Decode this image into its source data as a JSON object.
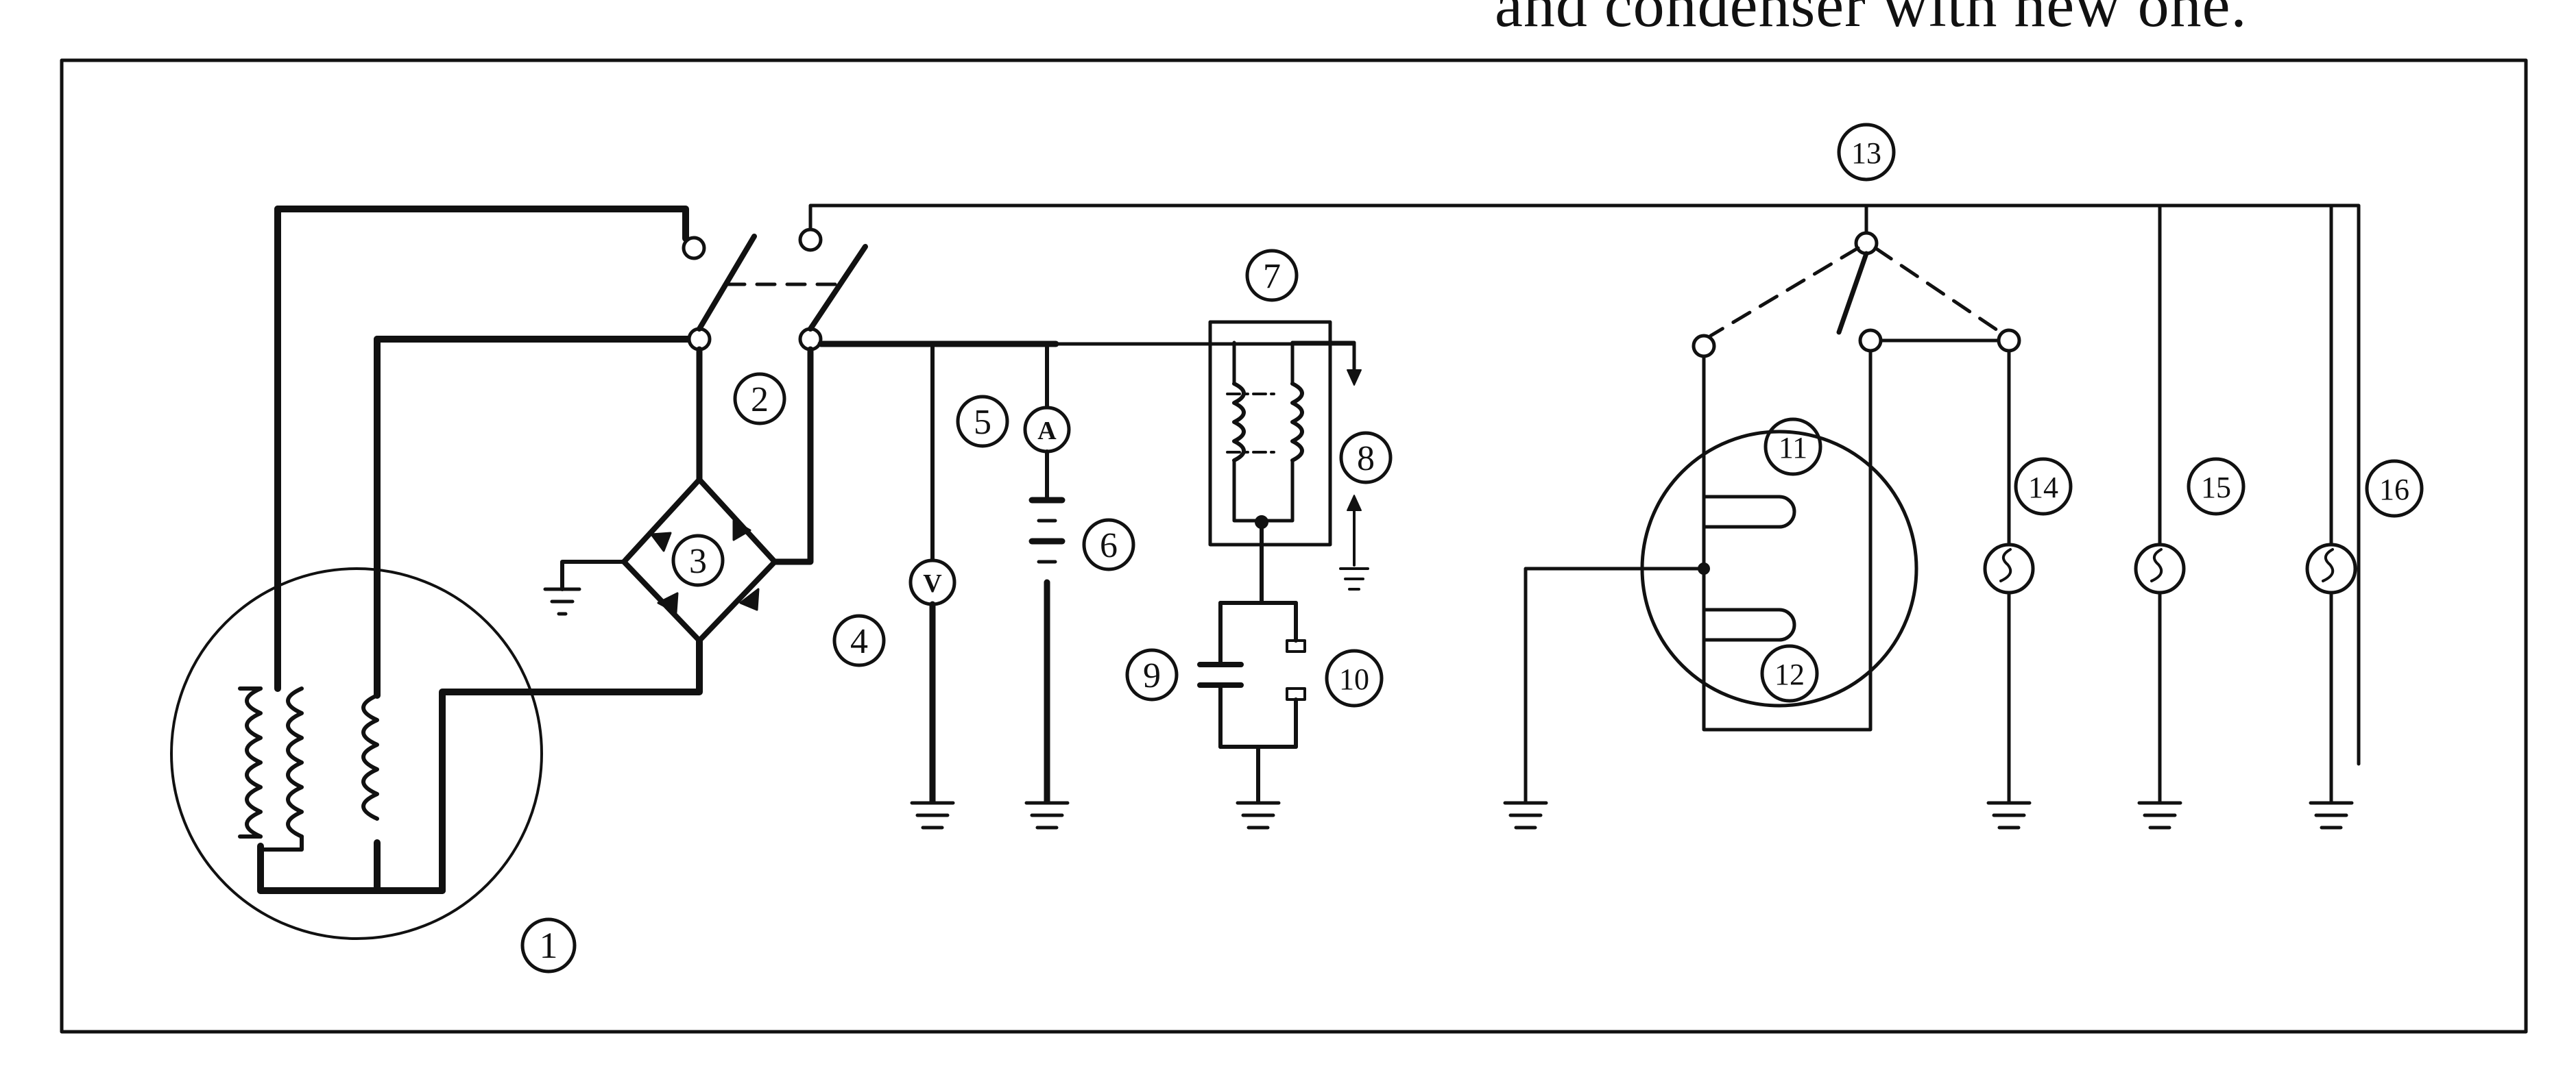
{
  "header": {
    "text": "and condenser with new one."
  },
  "colors": {
    "ink": "#111111",
    "paper": "#ffffff"
  },
  "labels": {
    "l1": "1",
    "l2": "2",
    "l3": "3",
    "l4": "4",
    "l5": "5",
    "l6": "6",
    "l7": "7",
    "l8": "8",
    "l9": "9",
    "l10": "10",
    "l11": "11",
    "l12": "12",
    "l13": "13",
    "l14": "14",
    "l15": "15",
    "l16": "16"
  },
  "meter_symbols": {
    "voltmeter": "V",
    "ammeter": "A"
  }
}
